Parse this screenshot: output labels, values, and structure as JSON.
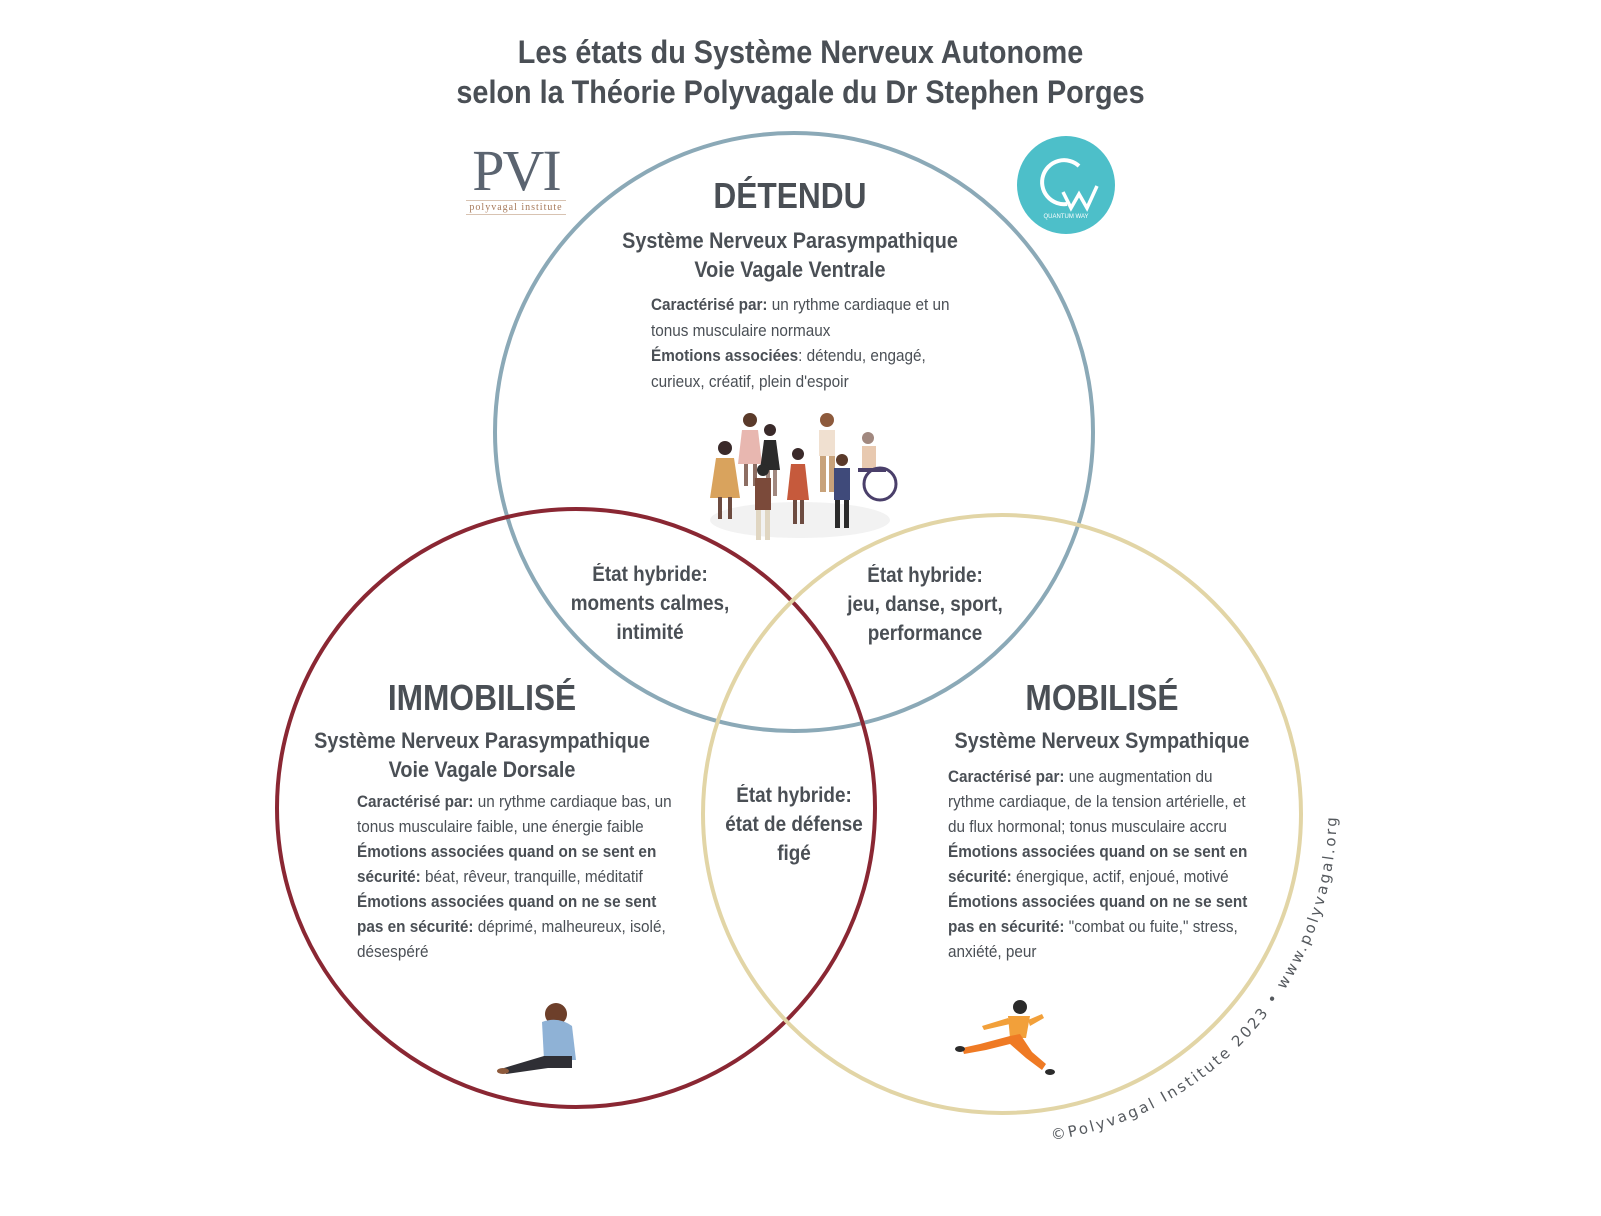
{
  "title": {
    "line1": "Les états du Système Nerveux Autonome",
    "line2": "selon la Théorie Polyvagale du Dr Stephen Porges"
  },
  "logos": {
    "pvi": {
      "letters": "PVI",
      "tagline": "polyvagal institute"
    },
    "quantum_way": {
      "label": "QUANTUM WAY"
    }
  },
  "colors": {
    "detendu_circle": "#8ba9b7",
    "immobilise_circle": "#8a2733",
    "mobilise_circle": "#e2d5a6",
    "text": "#4a4f55",
    "quantum_way": "#4dbfc9"
  },
  "detendu": {
    "name": "DÉTENDU",
    "system": "Système Nerveux Parasympathique",
    "pathway": "Voie Vagale Ventrale",
    "char_label": "Caractérisé par:",
    "char_text": " un rythme cardiaque et un tonus musculaire normaux",
    "emo_label": "Émotions associées",
    "emo_text": ": détendu, engagé, curieux, créatif, plein d'espoir"
  },
  "immobilise": {
    "name": "IMMOBILISÉ",
    "system": "Système Nerveux Parasympathique",
    "pathway": "Voie Vagale Dorsale",
    "char_label": "Caractérisé par:",
    "char_text": " un rythme cardiaque bas, un tonus musculaire faible, une énergie faible",
    "safe_label": "Émotions associées quand on se sent en sécurité:",
    "safe_text": " béat, rêveur, tranquille, méditatif",
    "unsafe_label": "Émotions associées quand on ne se sent pas en sécurité:",
    "unsafe_text": " déprimé, malheureux, isolé, désespéré"
  },
  "mobilise": {
    "name": "MOBILISÉ",
    "system": "Système Nerveux Sympathique",
    "char_label": "Caractérisé par:",
    "char_text": " une augmentation du rythme cardiaque, de la tension artérielle, et du flux hormonal; tonus musculaire accru",
    "safe_label": "Émotions associées quand on se sent en sécurité:",
    "safe_text": " énergique, actif, enjoué, motivé",
    "unsafe_label": "Émotions associées quand on ne se sent pas en sécurité:",
    "unsafe_text": " \"combat ou fuite,\" stress, anxiété, peur"
  },
  "hybrids": {
    "calm": {
      "label": "État hybride:",
      "line1": "moments calmes,",
      "line2": "intimité"
    },
    "play": {
      "label": "État hybride:",
      "line1": "jeu, danse, sport,",
      "line2": "performance"
    },
    "freeze": {
      "label": "État hybride:",
      "line1": "état de défense",
      "line2": "figé"
    }
  },
  "copyright": "©Polyvagal Institute 2023  •  www.polyvagal.org"
}
